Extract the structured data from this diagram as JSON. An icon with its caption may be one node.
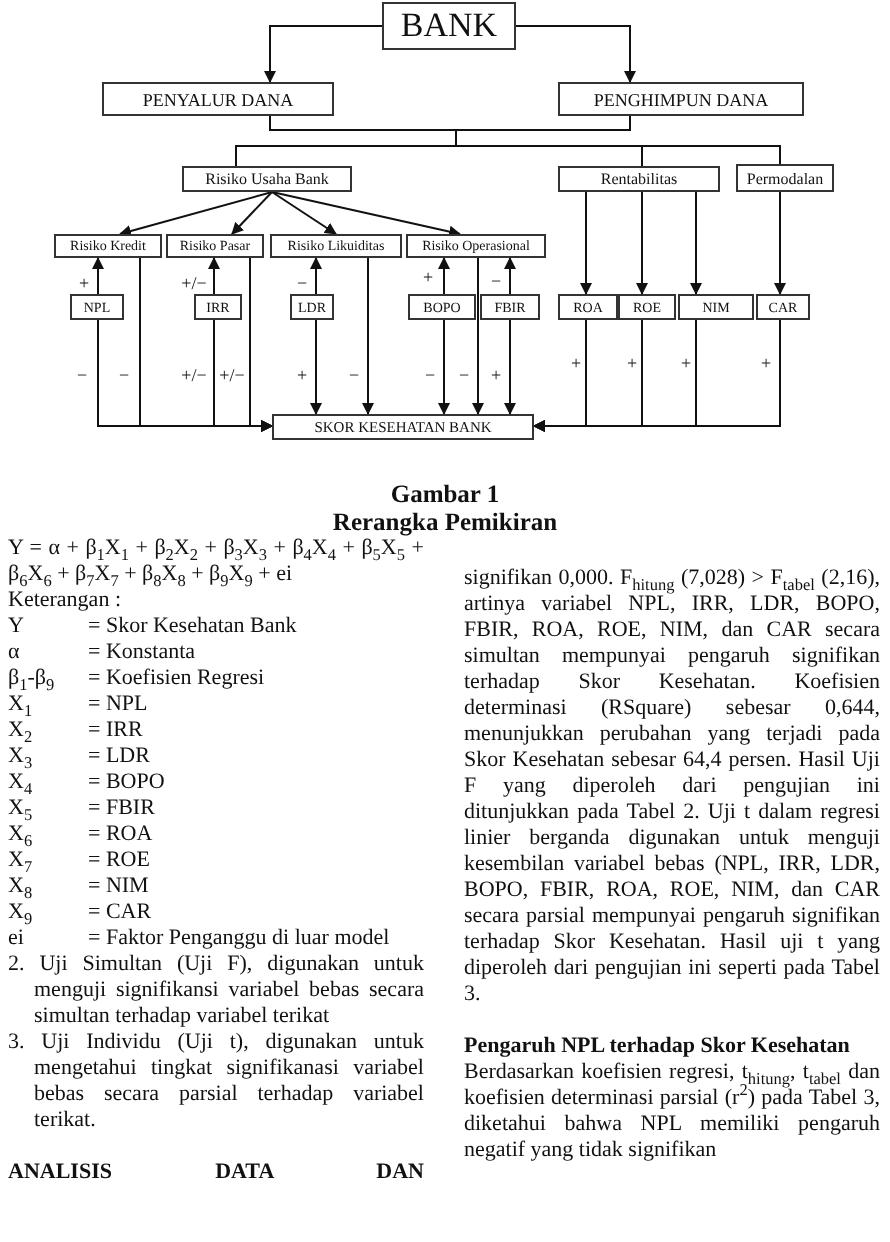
{
  "diagram": {
    "nodes": [
      {
        "text": [
          "BANK"
        ]
      },
      {
        "text": [
          "PENYALUR DANA"
        ]
      },
      {
        "text": [
          "PENGHIMPUN DANA"
        ]
      },
      {
        "text": [
          "Risiko Usaha Bank"
        ]
      },
      {
        "text": [
          "Rentabilitas"
        ]
      },
      {
        "text": [
          "Permodalan"
        ]
      },
      {
        "text": [
          "Risiko Kredit"
        ]
      },
      {
        "text": [
          "Risiko Pasar"
        ]
      },
      {
        "text": [
          "Risiko Likuiditas"
        ]
      },
      {
        "text": [
          "Risiko Operasional"
        ]
      },
      {
        "text": [
          "NPL"
        ]
      },
      {
        "text": [
          "IRR"
        ]
      },
      {
        "text": [
          "LDR"
        ]
      },
      {
        "text": [
          "BOPO"
        ]
      },
      {
        "text": [
          "FBIR"
        ]
      },
      {
        "text": [
          "ROA"
        ]
      },
      {
        "text": [
          "ROE"
        ]
      },
      {
        "text": [
          "NIM"
        ]
      },
      {
        "text": [
          "CAR"
        ]
      },
      {
        "text": [
          "SKOR KESEHATAN BANK"
        ]
      }
    ],
    "edges": [
      {
        "from": 0,
        "to": 1,
        "arrow": "to"
      },
      {
        "from": 0,
        "to": 2,
        "arrow": "to"
      },
      {
        "from": 1,
        "to": 3,
        "arrow": "none"
      },
      {
        "from": 1,
        "to": 4,
        "arrow": "none"
      },
      {
        "from": 1,
        "to": 5,
        "arrow": "none"
      },
      {
        "from": 2,
        "to": 3,
        "arrow": "none"
      },
      {
        "from": 2,
        "to": 4,
        "arrow": "none"
      },
      {
        "from": 2,
        "to": 5,
        "arrow": "none"
      },
      {
        "from": 3,
        "to": 6,
        "arrow": "to"
      },
      {
        "from": 3,
        "to": 7,
        "arrow": "to"
      },
      {
        "from": 3,
        "to": 8,
        "arrow": "to"
      },
      {
        "from": 3,
        "to": 9,
        "arrow": "to"
      },
      {
        "from": 4,
        "to": 15,
        "arrow": "to"
      },
      {
        "from": 4,
        "to": 16,
        "arrow": "to"
      },
      {
        "from": 4,
        "to": 17,
        "arrow": "to"
      },
      {
        "from": 5,
        "to": 18,
        "arrow": "to"
      },
      {
        "from": 10,
        "to": 6,
        "arrow": "to",
        "label": "+"
      },
      {
        "from": 11,
        "to": 7,
        "arrow": "to",
        "label": "+/−"
      },
      {
        "from": 12,
        "to": 8,
        "arrow": "to",
        "label": "−"
      },
      {
        "from": 13,
        "to": 9,
        "arrow": "to",
        "label": "+"
      },
      {
        "from": 14,
        "to": 9,
        "arrow": "to",
        "label": "−"
      },
      {
        "from": 10,
        "to": 19,
        "arrow": "to",
        "label": "−"
      },
      {
        "from": 6,
        "to": 19,
        "arrow": "to",
        "label": "−"
      },
      {
        "from": 11,
        "to": 19,
        "arrow": "to",
        "label": "+/−"
      },
      {
        "from": 7,
        "to": 19,
        "arrow": "to",
        "label": "+/−"
      },
      {
        "from": 12,
        "to": 19,
        "arrow": "to",
        "label": "+"
      },
      {
        "from": 8,
        "to": 19,
        "arrow": "to",
        "label": "−"
      },
      {
        "from": 13,
        "to": 19,
        "arrow": "to",
        "label": "−"
      },
      {
        "from": 9,
        "to": 19,
        "arrow": "to",
        "label": "−"
      },
      {
        "from": 14,
        "to": 19,
        "arrow": "to",
        "label": "+"
      },
      {
        "from": 15,
        "to": 19,
        "arrow": "to",
        "label": "+"
      },
      {
        "from": 16,
        "to": 19,
        "arrow": "to",
        "label": "+"
      },
      {
        "from": 17,
        "to": 19,
        "arrow": "to",
        "label": "+"
      },
      {
        "from": 18,
        "to": 19,
        "arrow": "to",
        "label": "+"
      }
    ],
    "labels": [
      "Gambar 1",
      "Rerangka Pemikiran",
      "Y = α + β$_{1}$X$_{1}$ + β$_{2}$X$_{2}$ + β$_{3}$X$_{3}$ + β$_{4}$X$_{4}$ + β$_{5}$X$_{5}$ + β$_{6}$X$_{6}$ + β$_{7}$X$_{7}$ + β$_{8}$X$_{8}$ + β$_{9}$X$_{9}$ + ei",
      "Keterangan :",
      "Y",
      "= Skor Kesehatan Bank",
      "α",
      "= Konstanta",
      "β$_{1}$-β$_{9}$",
      "= Koefisien Regresi",
      "X$_{1}$",
      "= NPL",
      "X$_{2}$",
      "= IRR",
      "X$_{3}$",
      "= LDR",
      "X$_{4}$",
      "= BOPO",
      "X$_{5}$",
      "= FBIR",
      "X$_{6}$",
      "= ROA",
      "X$_{7}$",
      "= ROE",
      "X$_{8}$",
      "= NIM",
      "X$_{9}$",
      "= CAR",
      "ei",
      "= Faktor Penganggu di luar model",
      "2. Uji Simultan (Uji F), digunakan untuk menguji signifikansi variabel bebas secara simultan terhadap variabel terikat",
      "3. Uji Individu (Uji t), digunakan untuk mengetahui tingkat signifikanasi variabel bebas secara parsial terhadap variabel terikat.",
      "ANALISIS DATA DAN",
      "signifikan 0,000. F$_{hitung}$ (7,028) > F$_{tabel}$ (2,16), artinya variabel NPL, IRR, LDR, BOPO, FBIR, ROA, ROE, NIM, dan CAR secara simultan mempunyai pengaruh signifikan terhadap Skor Kesehatan. Koefisien determinasi (RSquare) sebesar 0,644, menunjukkan perubahan yang terjadi pada Skor Kesehatan sebesar 64,4 persen. Hasil Uji F yang diperoleh dari pengujian ini ditunjukkan pada Tabel 2. Uji t dalam regresi linier berganda digunakan untuk menguji kesembilan variabel bebas (NPL, IRR, LDR, BOPO, FBIR, ROA, ROE, NIM, dan CAR secara parsial mempunyai pengaruh signifikan terhadap Skor Kesehatan. Hasil uji t yang diperoleh dari pengujian ini seperti pada Tabel 3.",
      "Pengaruh NPL terhadap Skor Kesehatan",
      "Berdasarkan koefisien regresi, t$_{hitung}$, t$_{tabel}$ dan koefisien determinasi parsial (r$^{2}$) pada Tabel 3, diketahui bahwa NPL memiliki pengaruh negatif yang tidak signifikan"
    ]
  }
}
